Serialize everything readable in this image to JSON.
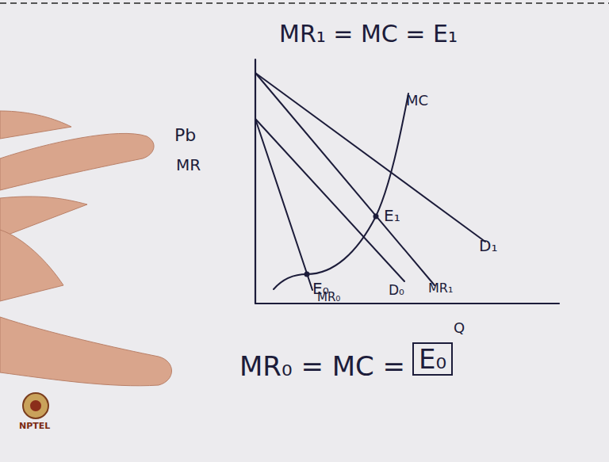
{
  "diagram": {
    "labels": [
      "MR₁ = MC = E₁",
      "MC",
      "E₁",
      "Pb",
      "MR",
      "E₀",
      "D₁",
      "D₀",
      "MR₁",
      "MR₀",
      "Q",
      "MR₀ = MC =",
      "E₀",
      "NPTEL"
    ]
  }
}
